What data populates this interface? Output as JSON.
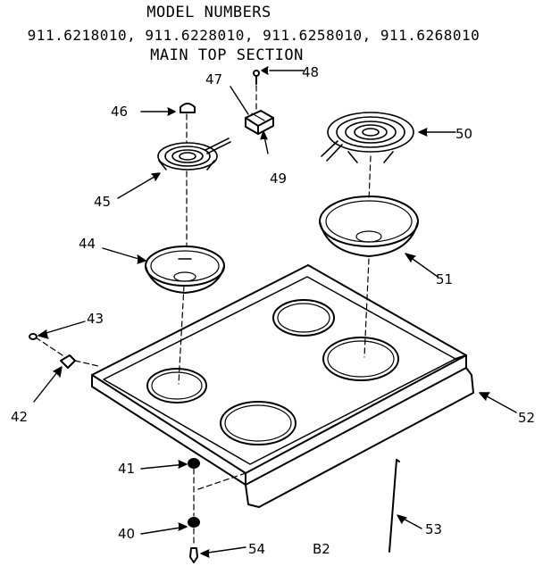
{
  "header": {
    "title": "MODEL NUMBERS",
    "models": "911.6218010, 911.6228010, 911.6258010, 911.6268010",
    "section": "MAIN TOP SECTION"
  },
  "callouts": {
    "c40": "40",
    "c41": "41",
    "c42": "42",
    "c43": "43",
    "c44": "44",
    "c45": "45",
    "c46": "46",
    "c47": "47",
    "c48": "48",
    "c49": "49",
    "c50": "50",
    "c51": "51",
    "c52": "52",
    "c53": "53",
    "c54": "54"
  },
  "page_code": "B2"
}
